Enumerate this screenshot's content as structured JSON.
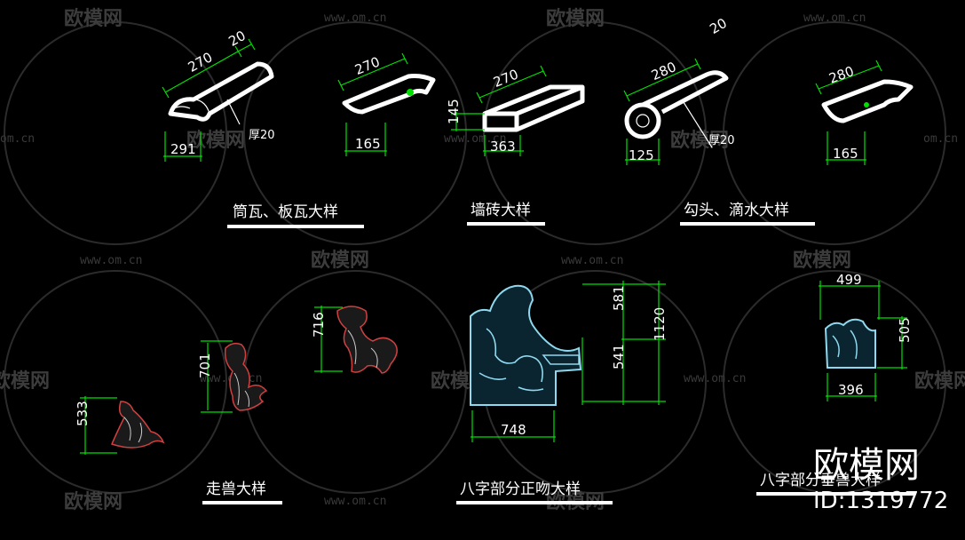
{
  "watermarks": {
    "site": "www.om.cn",
    "brand": "欧模网",
    "domain_short": "om.cn"
  },
  "tiles": {
    "tile1": {
      "len": "270",
      "thick": "20",
      "depth": "厚20",
      "width": "291"
    },
    "tile2": {
      "len": "270",
      "width": "165"
    },
    "brick": {
      "len": "270",
      "height": "145",
      "width": "363"
    },
    "eave": {
      "len": "280",
      "thick": "20",
      "depth": "厚20",
      "width": "125"
    },
    "drip": {
      "len": "280",
      "width": "165"
    }
  },
  "beasts": {
    "b1": {
      "height": "533"
    },
    "b2": {
      "height": "701"
    },
    "b3": {
      "height": "716"
    }
  },
  "ridge_front": {
    "h_upper": "581",
    "h_lower": "541",
    "h_total": "1120",
    "width": "748"
  },
  "ridge_side": {
    "top": "499",
    "bottom": "396",
    "height": "505"
  },
  "captions": {
    "tiles": "筒瓦、板瓦大样",
    "brick": "墙砖大样",
    "eave": "勾头、滴水大样",
    "beast": "走兽大样",
    "ridge_front": "八字部分正吻大样",
    "ridge_side": "八字部分垂兽大样"
  },
  "brand_corner": {
    "name": "欧模网",
    "id": "ID:1319772"
  },
  "colors": {
    "background": "#000000",
    "dimension": "#00e000",
    "line": "#ffffff",
    "ornament": "#8fd8ee",
    "beast_outline": "#d04040"
  }
}
